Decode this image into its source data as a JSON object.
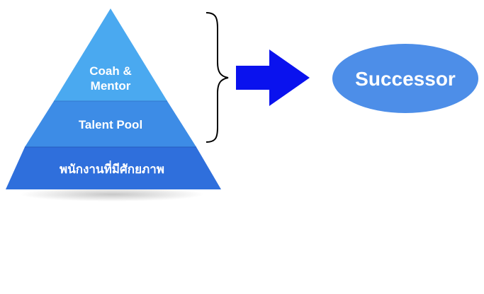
{
  "pyramid": {
    "tiers": [
      {
        "lines": [
          "Coah &",
          "Mentor"
        ],
        "color": "#4aa9f0"
      },
      {
        "lines": [
          "Talent Pool"
        ],
        "color": "#3d8ce6"
      },
      {
        "lines": [
          "พนักงานที่มีศักยภาพ"
        ],
        "color": "#2f6fdc"
      }
    ]
  },
  "arrow": {
    "color": "#0a12ee"
  },
  "successor": {
    "label": "Successor",
    "color": "#4d8ee8"
  }
}
